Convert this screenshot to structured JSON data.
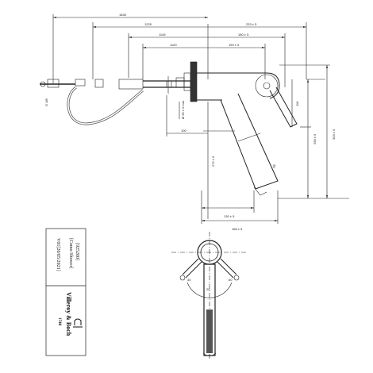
{
  "dimensions": {
    "overall_width": "1845",
    "hose_length": "1225",
    "d1145": "1145",
    "d1100": "1100",
    "d233": "233 ± 5",
    "d180": "180 ± 5",
    "d159": "159 ± 5",
    "d100": "100",
    "d116": "116",
    "d258": "258 ± 5",
    "d303": "303 ± 5",
    "d272": "272 ± 5",
    "d130": "130 ± 5",
    "d166": "166 ± 5",
    "d65": "65",
    "d60": "60",
    "d40": "40",
    "d20": "20",
    "side_note": "G 3/8",
    "clamp_note": "Ø 35 ± 5 mm"
  },
  "title_block": {
    "product": "[Como Shower]",
    "code": "[925200]",
    "version": "V01[20/05/2021]",
    "brand": "Villeroy & Boch",
    "year": "1748"
  }
}
